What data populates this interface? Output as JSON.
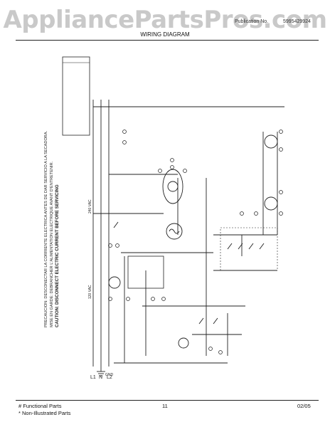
{
  "watermark": "AppliancePartsPros.com",
  "header": {
    "publication_label": "Publication No.",
    "publication_number": "5995429924",
    "title": "WIRING DIAGRAM"
  },
  "diagram": {
    "caution_lines": [
      "CAUTION: DISCONNECT ELECTRIC CURRENT BEFORE SERVICING",
      "MISE EN GARDE: DEBRANCHER L'ALIMENTATION ELECTRIQUE AVANT D'ENTRETENIR.",
      "PRECAUCION: DESCONECTAR LA CORRIENTE ELECTRICA ANTES DE DAR SERVICIO A LA SECADORA."
    ],
    "line_labels": [
      "L1",
      "N",
      "L2"
    ],
    "voltage_labels": [
      "120 VAC",
      "240 VAC"
    ],
    "ground_label": "GND"
  },
  "footer": {
    "functional": "# Functional Parts",
    "non_illustrated": "* Non-Illustrated Parts",
    "page": "11",
    "date": "02/05"
  }
}
